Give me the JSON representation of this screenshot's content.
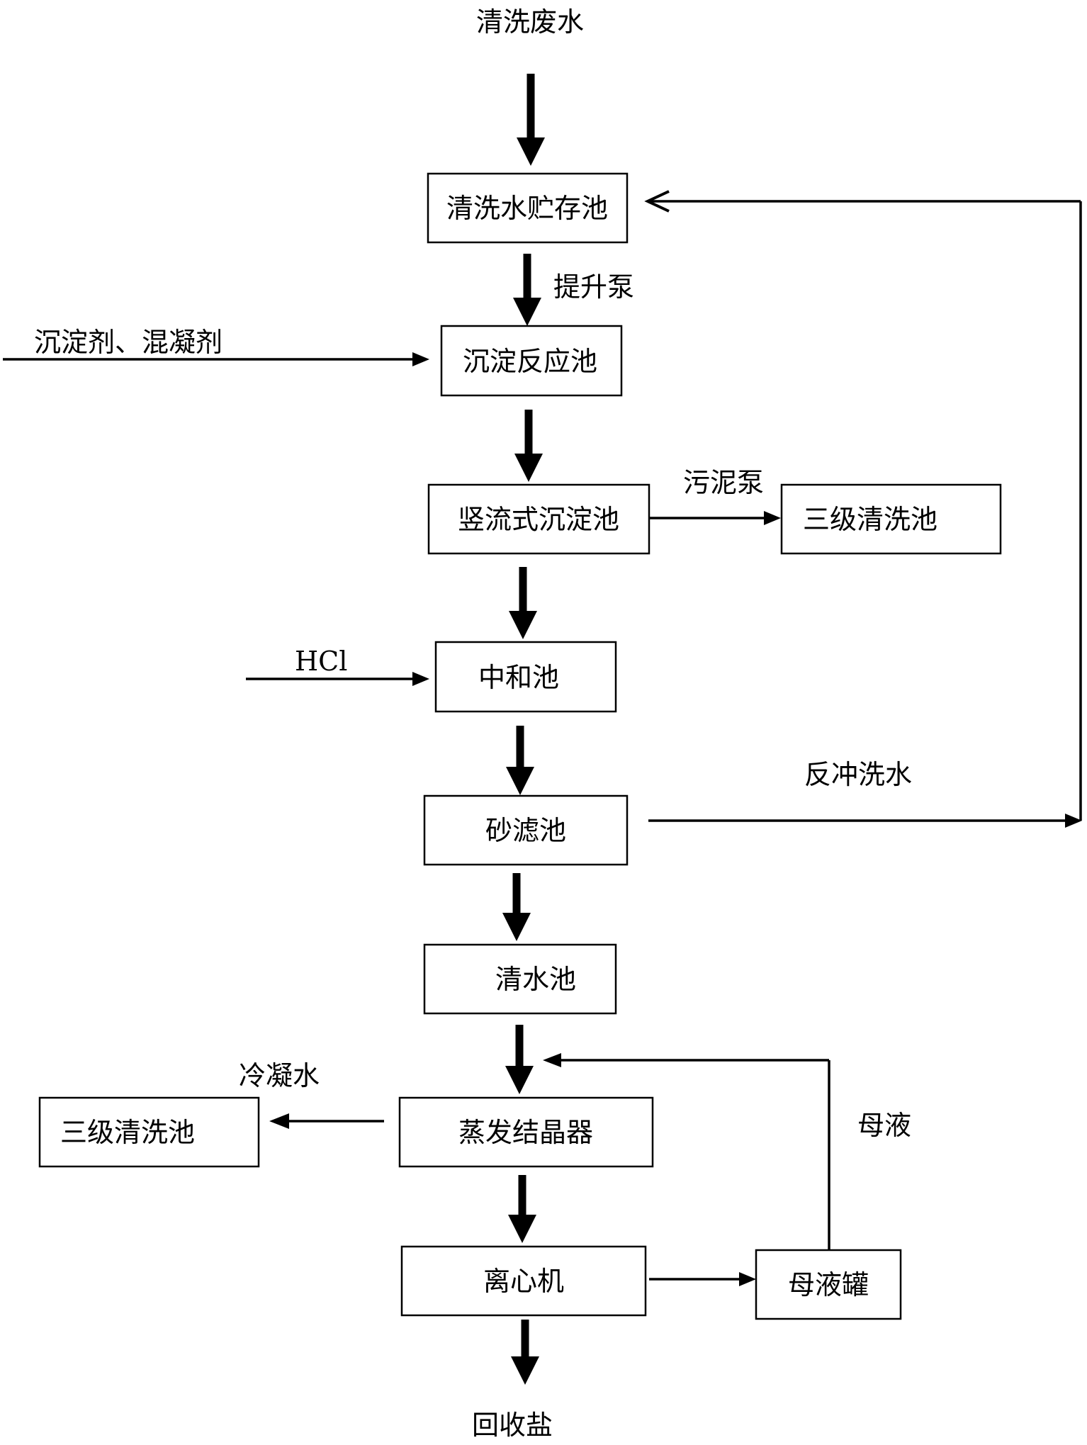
{
  "nodes": {
    "input_wastewater": "清洗废水",
    "storage_tank": "清洗水贮存池",
    "precip_tank": "沉淀反应池",
    "vertical_settler": "竖流式沉淀池",
    "tertiary_wash_1": "三级清洗池",
    "neutral_tank": "中和池",
    "sand_filter": "砂滤池",
    "clear_water_tank": "清水池",
    "evaporator": "蒸发结晶器",
    "tertiary_wash_2": "三级清洗池",
    "centrifuge": "离心机",
    "mother_tank": "母液罐",
    "output_salt": "回收盐"
  },
  "edge_labels": {
    "lift_pump": "提升泵",
    "reagents": "沉淀剂、混凝剂",
    "sludge_pump": "污泥泵",
    "hcl": "HCl",
    "backwash": "反冲洗水",
    "condensate": "冷凝水",
    "mother_liquor": "母液"
  }
}
